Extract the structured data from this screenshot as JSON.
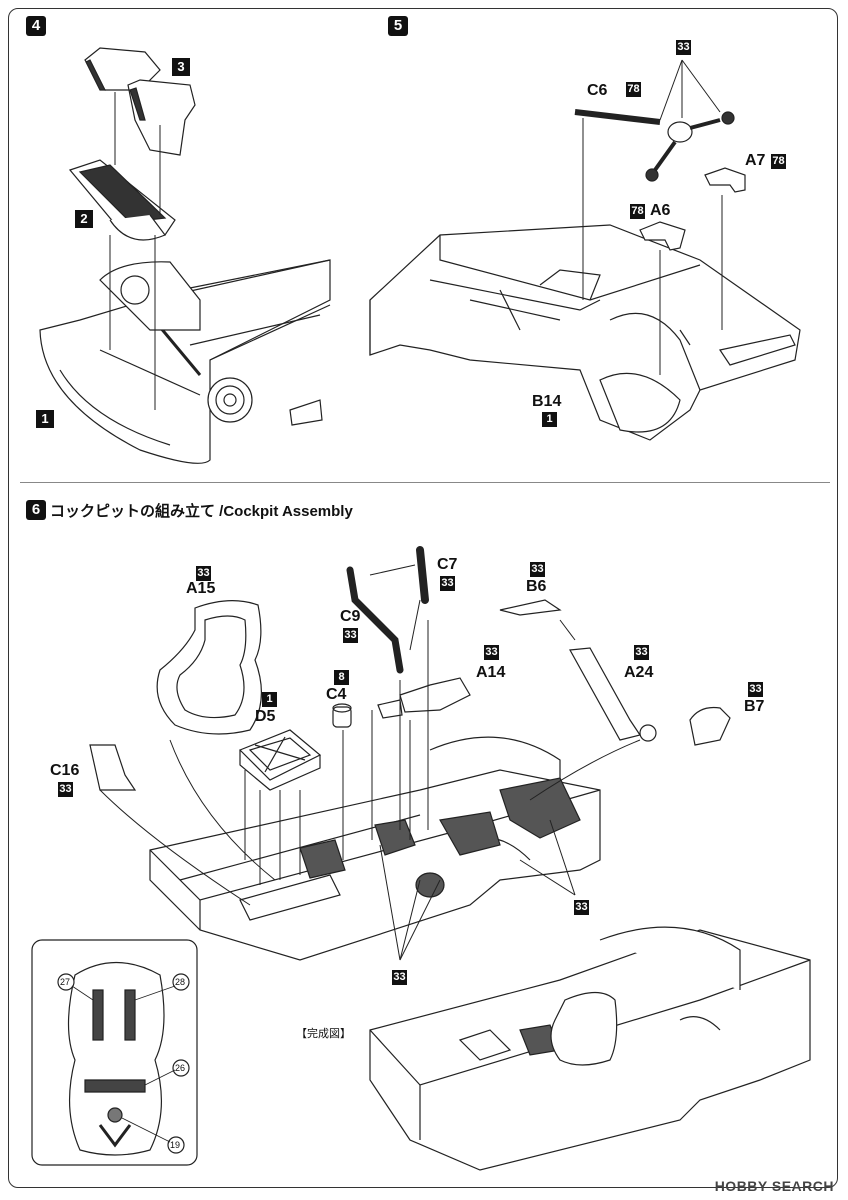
{
  "steps": {
    "s4": "4",
    "s5": "5",
    "s6": "6"
  },
  "step6_title": "コックピットの組み立て /Cockpit Assembly",
  "step4": {
    "part3": "3",
    "part2": "2",
    "part1": "1"
  },
  "step5": {
    "c6": "C6",
    "c6_num": "78",
    "top_33": "33",
    "a7": "A7",
    "a7_num": "78",
    "a6": "A6",
    "a6_num": "78",
    "b14": "B14",
    "b14_num": "1"
  },
  "step6": {
    "a15_num": "33",
    "a15": "A15",
    "c7": "C7",
    "c7_num": "33",
    "c9": "C9",
    "c9_num": "33",
    "b6_num": "33",
    "b6": "B6",
    "a14_num": "33",
    "a14": "A14",
    "a24_num": "33",
    "a24": "A24",
    "c4_num": "8",
    "c4": "C4",
    "d5_num": "1",
    "d5": "D5",
    "b7_num": "33",
    "b7": "B7",
    "c16": "C16",
    "c16_num": "33",
    "mat_num_right": "33",
    "mat_num_bottom": "33",
    "completed_label": "【完成図】",
    "belt_27": "27",
    "belt_28": "28",
    "belt_26": "26",
    "belt_19": "19"
  },
  "watermark": "HOBBY SEARCH"
}
